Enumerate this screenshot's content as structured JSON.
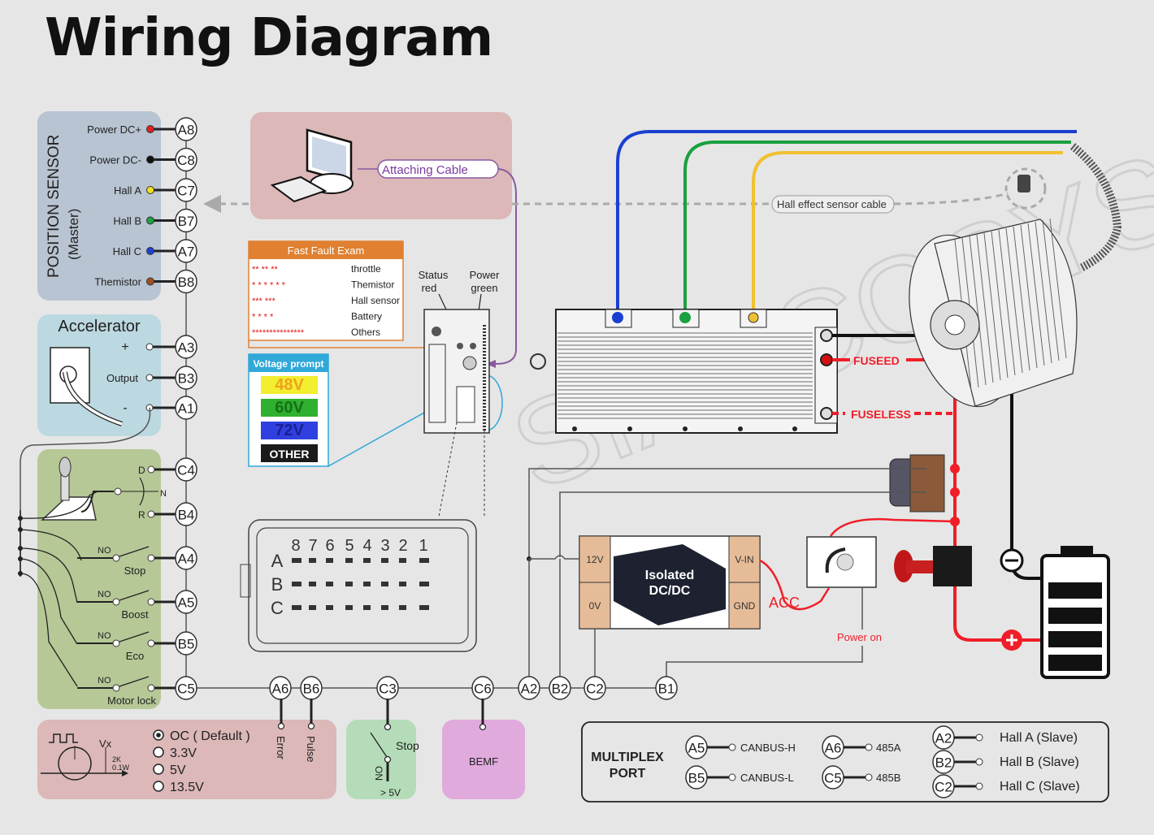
{
  "title": "Wiring Diagram",
  "watermark": "SIAECOSYS",
  "position_sensor": {
    "title": "POSITION SENSOR",
    "subtitle": "(Master)",
    "pins": [
      {
        "label": "Power DC+",
        "pin": "A8",
        "color": "#e02020"
      },
      {
        "label": "Power DC-",
        "pin": "C8",
        "color": "#111111"
      },
      {
        "label": "Hall A",
        "pin": "C7",
        "color": "#f0e020"
      },
      {
        "label": "Hall B",
        "pin": "B7",
        "color": "#20a040"
      },
      {
        "label": "Hall C",
        "pin": "A7",
        "color": "#2040d0"
      },
      {
        "label": "Themistor",
        "pin": "B8",
        "color": "#a05020"
      }
    ]
  },
  "accelerator": {
    "title": "Accelerator",
    "pins": [
      {
        "label": "+",
        "pin": "A3"
      },
      {
        "label": "Output",
        "pin": "B3"
      },
      {
        "label": "-",
        "pin": "A1"
      }
    ]
  },
  "switches": {
    "gear": {
      "d_label": "D",
      "n_label": "N",
      "r_label": "R",
      "d_pin": "C4",
      "r_pin": "B4"
    },
    "items": [
      {
        "type": "NO",
        "label": "Stop",
        "pin": "A4"
      },
      {
        "type": "NO",
        "label": "Boost",
        "pin": "A5"
      },
      {
        "type": "NO",
        "label": "Eco",
        "pin": "B5"
      },
      {
        "type": "NO",
        "label": "Motor lock",
        "pin": "C5"
      }
    ]
  },
  "pc": {
    "cable_label": "Attaching Cable"
  },
  "hall_cable_label": "Hall effect sensor cable",
  "fast_fault": {
    "title": "Fast Fault Exam",
    "rows": [
      {
        "pattern": "**      **      **",
        "label": "throttle"
      },
      {
        "pattern": "* * *        * * *",
        "label": "Themistor"
      },
      {
        "pattern": "***       ***",
        "label": "Hall sensor"
      },
      {
        "pattern": "* *        * *",
        "label": "Battery"
      },
      {
        "pattern": "***************",
        "label": "Others"
      }
    ]
  },
  "voltage_prompt": {
    "title": "Voltage prompt",
    "items": [
      {
        "label": "48V",
        "bg": "#f2ee30",
        "fg": "#f0a020"
      },
      {
        "label": "60V",
        "bg": "#30b030",
        "fg": "#157015"
      },
      {
        "label": "72V",
        "bg": "#3040e0",
        "fg": "#1a2090"
      },
      {
        "label": "OTHER",
        "bg": "#1a1a1a",
        "fg": "#ffffff"
      }
    ]
  },
  "leds": {
    "status": "Status\nred",
    "status_l1": "Status",
    "status_l2": "red",
    "power_l1": "Power",
    "power_l2": "green"
  },
  "connector": {
    "columns": [
      "8",
      "7",
      "6",
      "5",
      "4",
      "3",
      "2",
      "1"
    ],
    "rows": [
      "A",
      "B",
      "C"
    ]
  },
  "controller": {
    "fused_label": "FUSEED",
    "fuseless_label": "FUSELESS"
  },
  "dcdc": {
    "title_l1": "Isolated",
    "title_l2": "DC/DC",
    "left_top": "12V",
    "left_bottom": "0V",
    "right_top": "V-IN",
    "right_bottom": "GND",
    "acc_label": "ACC",
    "power_on_label": "Power on"
  },
  "bus_pins": [
    "C5",
    "A6",
    "B6",
    "C3",
    "C6",
    "A2",
    "B2",
    "C2",
    "B1"
  ],
  "output_panel": {
    "options": [
      {
        "label": "OC ( Default )",
        "selected": true
      },
      {
        "label": "3.3V",
        "selected": false
      },
      {
        "label": "5V",
        "selected": false
      },
      {
        "label": "13.5V",
        "selected": false
      }
    ],
    "vx": "Vx",
    "res_1": "2K",
    "res_2": "0.1W",
    "error_label": "Error",
    "pulse_label": "Pulse"
  },
  "stop_panel": {
    "label": "Stop",
    "on_label": "ON",
    "volt_label": "> 5V"
  },
  "bemf_panel": {
    "label": "BEMF"
  },
  "multiplex": {
    "title_l1": "MULTIPLEX",
    "title_l2": "PORT",
    "col1": [
      {
        "pin": "A5",
        "label": "CANBUS-H"
      },
      {
        "pin": "B5",
        "label": "CANBUS-L"
      }
    ],
    "col2": [
      {
        "pin": "A6",
        "label": "485A"
      },
      {
        "pin": "C5",
        "label": "485B"
      }
    ],
    "col3": [
      {
        "pin": "A2",
        "label": "Hall A (Slave)"
      },
      {
        "pin": "B2",
        "label": "Hall B (Slave)"
      },
      {
        "pin": "C2",
        "label": "Hall C (Slave)"
      }
    ]
  },
  "colors": {
    "blue": "#1a3fd0",
    "green": "#1aa040",
    "yellow": "#f0c030",
    "red": "#f01e28"
  }
}
